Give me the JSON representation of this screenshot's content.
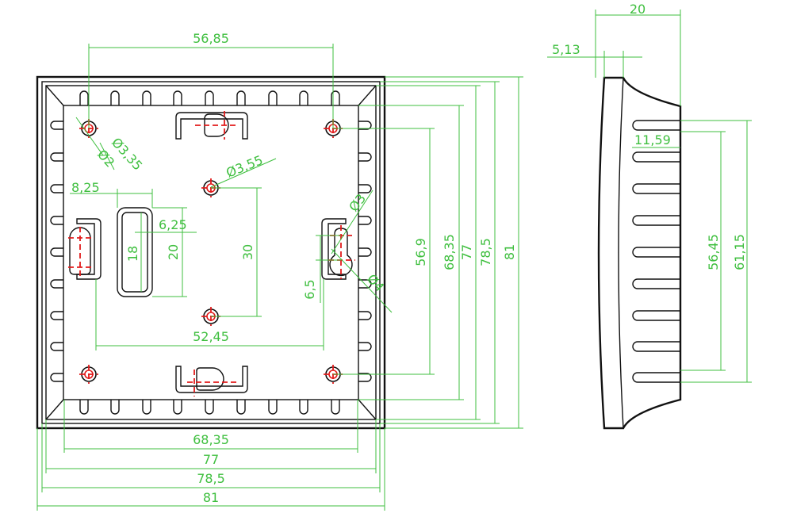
{
  "front_view": {
    "top_dims": {
      "hole_spacing": "56,85"
    },
    "bottom_dims": {
      "d1": "68,35",
      "d2": "77",
      "d3": "78,5",
      "d4": "81"
    },
    "right_dims": {
      "d1": "56,9",
      "d2": "68,35",
      "d3": "77",
      "d4": "78,5",
      "d5": "81"
    },
    "inner_dims": {
      "hole_dia_335": "Ø3,35",
      "hole_dia_2": "Ø2",
      "hole_dia_355": "Ø3,55",
      "dim_825": "8,25",
      "dim_625": "6,25",
      "dim_18": "18",
      "dim_20": "20",
      "dim_30": "30",
      "dim_5245": "52,45",
      "dim_65": "6,5",
      "slot_dia_3": "Ø3",
      "slot_dia_4": "Ø4"
    }
  },
  "side_view": {
    "width": "20",
    "offset": "5,13",
    "vent_depth": "11,59",
    "vent_span_inner": "56,45",
    "vent_span_outer": "61,15"
  }
}
